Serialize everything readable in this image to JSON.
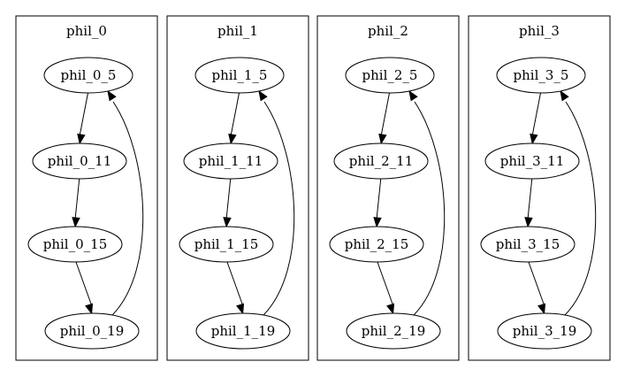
{
  "clusters": [
    {
      "title": "phil_0",
      "nodes": [
        "phil_0_5",
        "phil_0_11",
        "phil_0_15",
        "phil_0_19"
      ]
    },
    {
      "title": "phil_1",
      "nodes": [
        "phil_1_5",
        "phil_1_11",
        "phil_1_15",
        "phil_1_19"
      ]
    },
    {
      "title": "phil_2",
      "nodes": [
        "phil_2_5",
        "phil_2_11",
        "phil_2_15",
        "phil_2_19"
      ]
    },
    {
      "title": "phil_3",
      "nodes": [
        "phil_3_5",
        "phil_3_11",
        "phil_3_15",
        "phil_3_19"
      ]
    }
  ],
  "edges": [
    {
      "from": 0,
      "to": 1
    },
    {
      "from": 1,
      "to": 2
    },
    {
      "from": 2,
      "to": 3
    },
    {
      "from": 3,
      "to": 0
    }
  ]
}
